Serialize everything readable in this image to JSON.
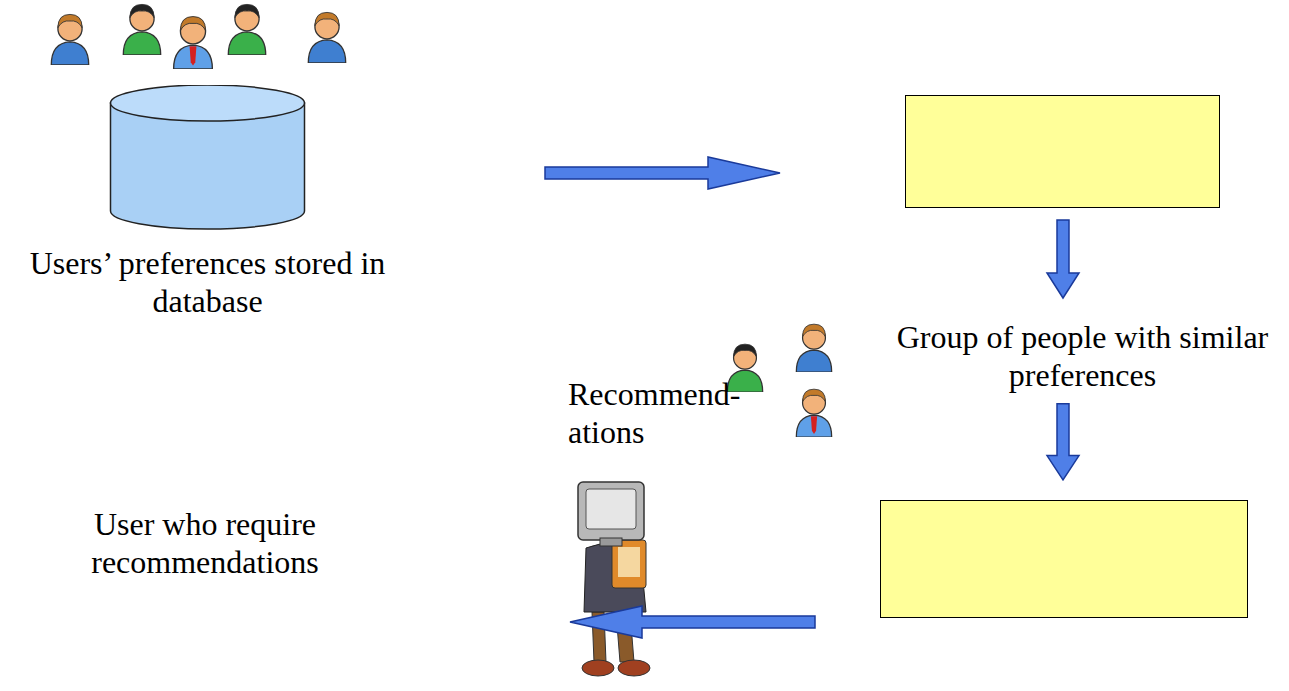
{
  "diagram": {
    "nodes": [
      {
        "text": [
          "Users’ preferences stored in database"
        ]
      },
      {
        "text": []
      },
      {
        "text": [
          "Group of people with similar preferences"
        ]
      },
      {
        "text": []
      },
      {
        "text": [
          "User who require recommendations"
        ]
      }
    ],
    "edges": [
      {
        "from": 0,
        "to": 1,
        "arrow": "to"
      },
      {
        "from": 1,
        "to": 2,
        "arrow": "to"
      },
      {
        "from": 2,
        "to": 3,
        "arrow": "to"
      },
      {
        "from": 3,
        "to": 4,
        "arrow": "to",
        "label": "Recommend- ations"
      }
    ]
  }
}
